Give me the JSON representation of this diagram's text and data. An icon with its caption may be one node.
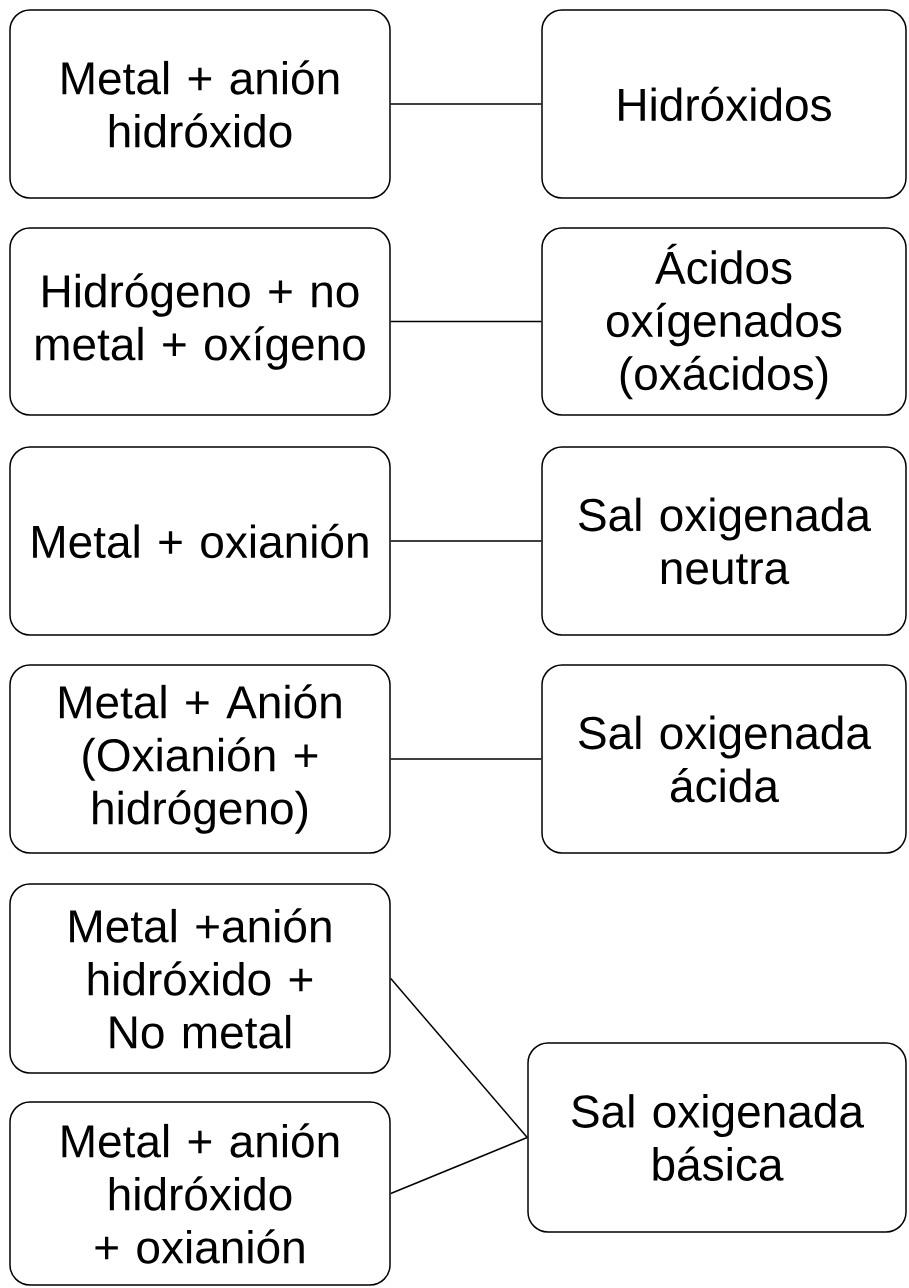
{
  "diagram": {
    "nodes": [
      {
        "text": [
          "Metal + anión hidróxido"
        ]
      },
      {
        "text": [
          "Hidróxidos"
        ]
      },
      {
        "text": [
          "Hidrógeno + no metal + oxígeno"
        ]
      },
      {
        "text": [
          "Ácidos oxígenados (oxácidos)"
        ]
      },
      {
        "text": [
          "Metal + oxianión"
        ]
      },
      {
        "text": [
          "Sal oxigenada neutra"
        ]
      },
      {
        "text": [
          "Metal + Anión (Oxianión + hidrógeno)"
        ]
      },
      {
        "text": [
          "Sal oxigenada ácida"
        ]
      },
      {
        "text": [
          "Metal +anión hidróxido + No metal"
        ]
      },
      {
        "text": [
          "Sal oxigenada básica"
        ]
      },
      {
        "text": [
          "Metal + anión hidróxido + oxianión"
        ]
      }
    ],
    "edges": [
      {
        "from": 0,
        "to": 1,
        "arrow": "none"
      },
      {
        "from": 2,
        "to": 3,
        "arrow": "none"
      },
      {
        "from": 4,
        "to": 5,
        "arrow": "none"
      },
      {
        "from": 6,
        "to": 7,
        "arrow": "none"
      },
      {
        "from": 8,
        "to": 9,
        "arrow": "none"
      },
      {
        "from": 10,
        "to": 9,
        "arrow": "none"
      }
    ]
  }
}
